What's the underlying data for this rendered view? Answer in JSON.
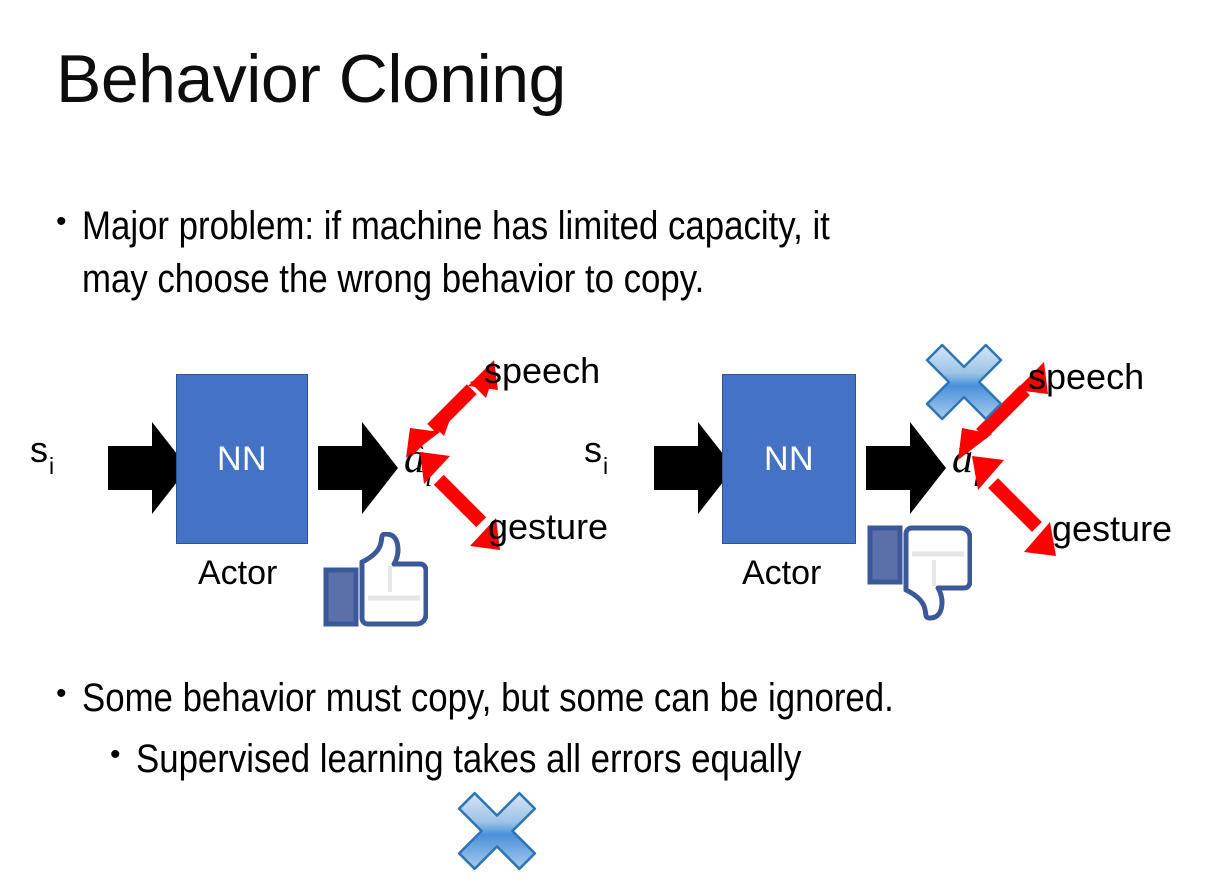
{
  "slide": {
    "title": "Behavior Cloning",
    "background_color": "#FFFFFF"
  },
  "bullets": {
    "top": {
      "marker": "•",
      "text": "Major problem: if machine has limited capacity, it\nmay choose the wrong behavior to copy."
    },
    "bottom_level1": {
      "marker": "•",
      "text": "Some behavior must copy, but some can be ignored."
    },
    "bottom_level2": {
      "marker": "•",
      "text": "Supervised learning takes all errors equally"
    }
  },
  "colors": {
    "nn_fill": "#4472C4",
    "nn_border": "#2F5597",
    "nn_text": "#FFFFFF",
    "arrow_black": "#000000",
    "arrow_red": "#FF0000",
    "x_blue_light": "#BBD6F2",
    "x_blue_mid": "#5B9BD5",
    "x_blue_dark": "#2E75B6",
    "thumb_outline": "#3B5998",
    "thumb_fill": "#FFFFFF",
    "thumb_cuff": "#5B6FA8",
    "text_black": "#000000"
  },
  "diagrams": [
    {
      "id": "left",
      "input_label": "s",
      "input_subscript": "i",
      "box_label": "NN",
      "box_caption": "Actor",
      "output_label": "â",
      "output_subscript": "i",
      "branches": [
        {
          "name": "speech",
          "label": "speech",
          "direction": "up-right",
          "crossed_out": false
        },
        {
          "name": "gesture",
          "label": "gesture",
          "direction": "down-right",
          "crossed_out": true
        }
      ],
      "feedback_icon": "thumbs-up",
      "feedback_verdict": "positive"
    },
    {
      "id": "right",
      "input_label": "s",
      "input_subscript": "i",
      "box_label": "NN",
      "box_caption": "Actor",
      "output_label": "â",
      "output_subscript": "i",
      "branches": [
        {
          "name": "speech",
          "label": "speech",
          "direction": "up-right",
          "crossed_out": true
        },
        {
          "name": "gesture",
          "label": "gesture",
          "direction": "down-right",
          "crossed_out": false
        }
      ],
      "feedback_icon": "thumbs-down",
      "feedback_verdict": "negative"
    }
  ]
}
